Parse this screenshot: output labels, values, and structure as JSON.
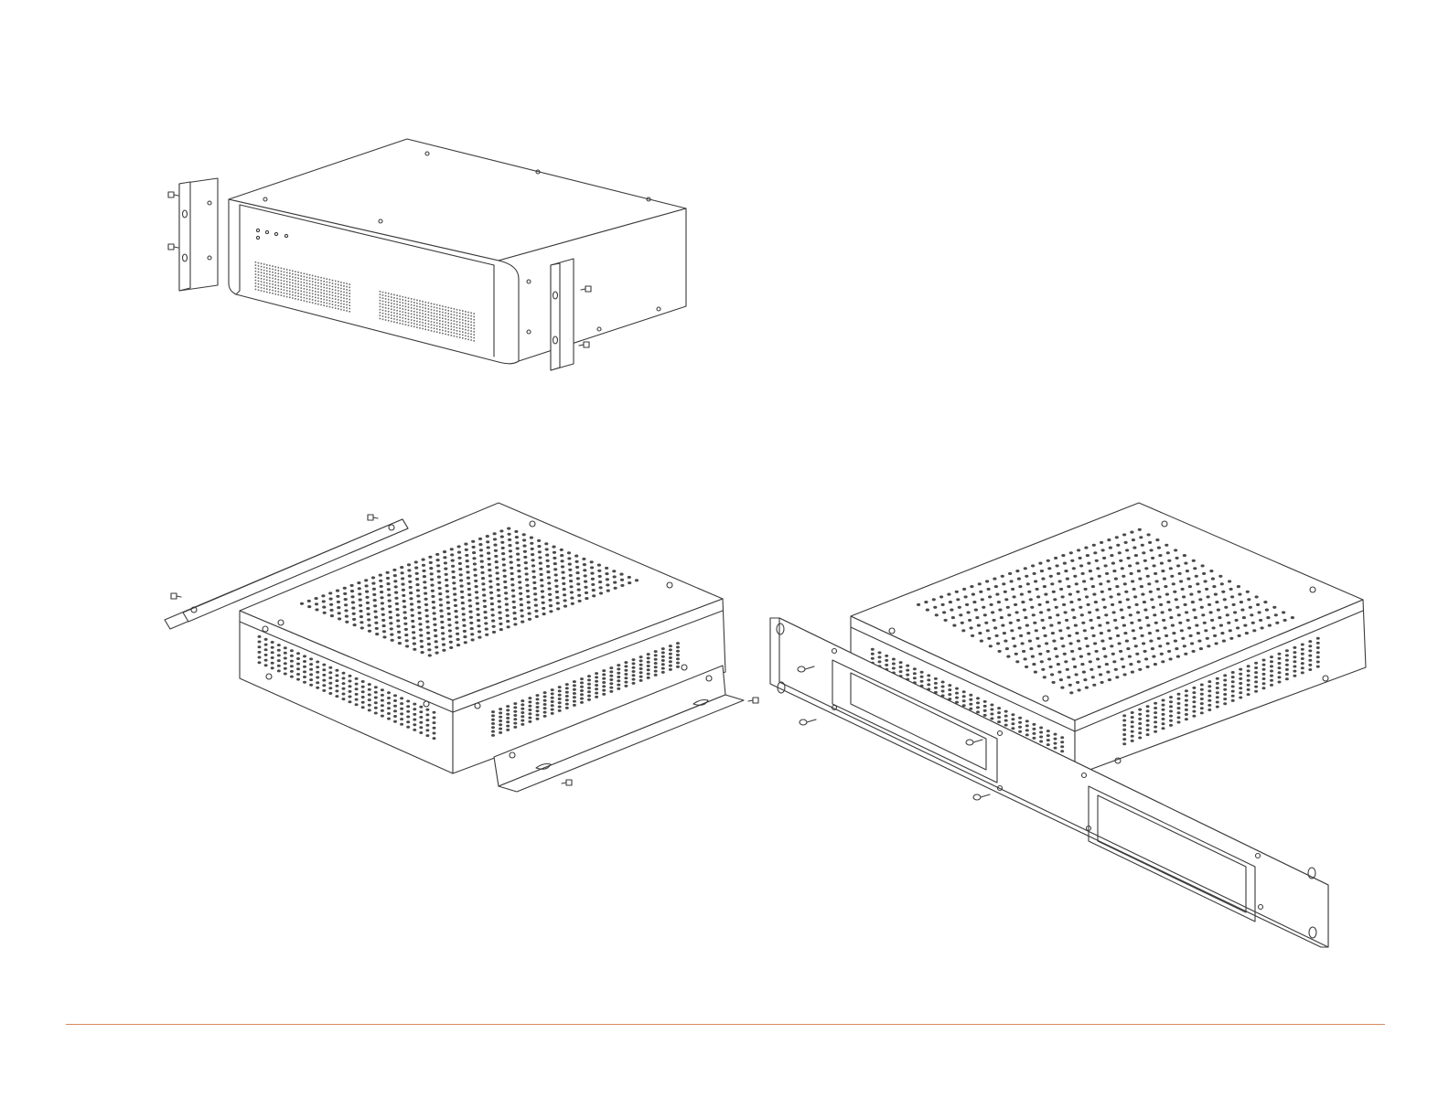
{
  "figure": {
    "kind": "rack-mount installation illustration",
    "views": [
      {
        "id": "desktop-chassis",
        "parts": [
          "chassis",
          "left-bracket",
          "right-bracket",
          "screws"
        ]
      },
      {
        "id": "compact-chassis-side-brackets",
        "parts": [
          "chassis",
          "top-bracket",
          "bottom-bracket",
          "screws"
        ]
      },
      {
        "id": "compact-chassis-rack-panel",
        "parts": [
          "chassis",
          "rack-panel",
          "screws"
        ]
      }
    ]
  },
  "colors": {
    "line": "#3a3a3a",
    "rule": "#d98a5f",
    "background": "#ffffff"
  }
}
